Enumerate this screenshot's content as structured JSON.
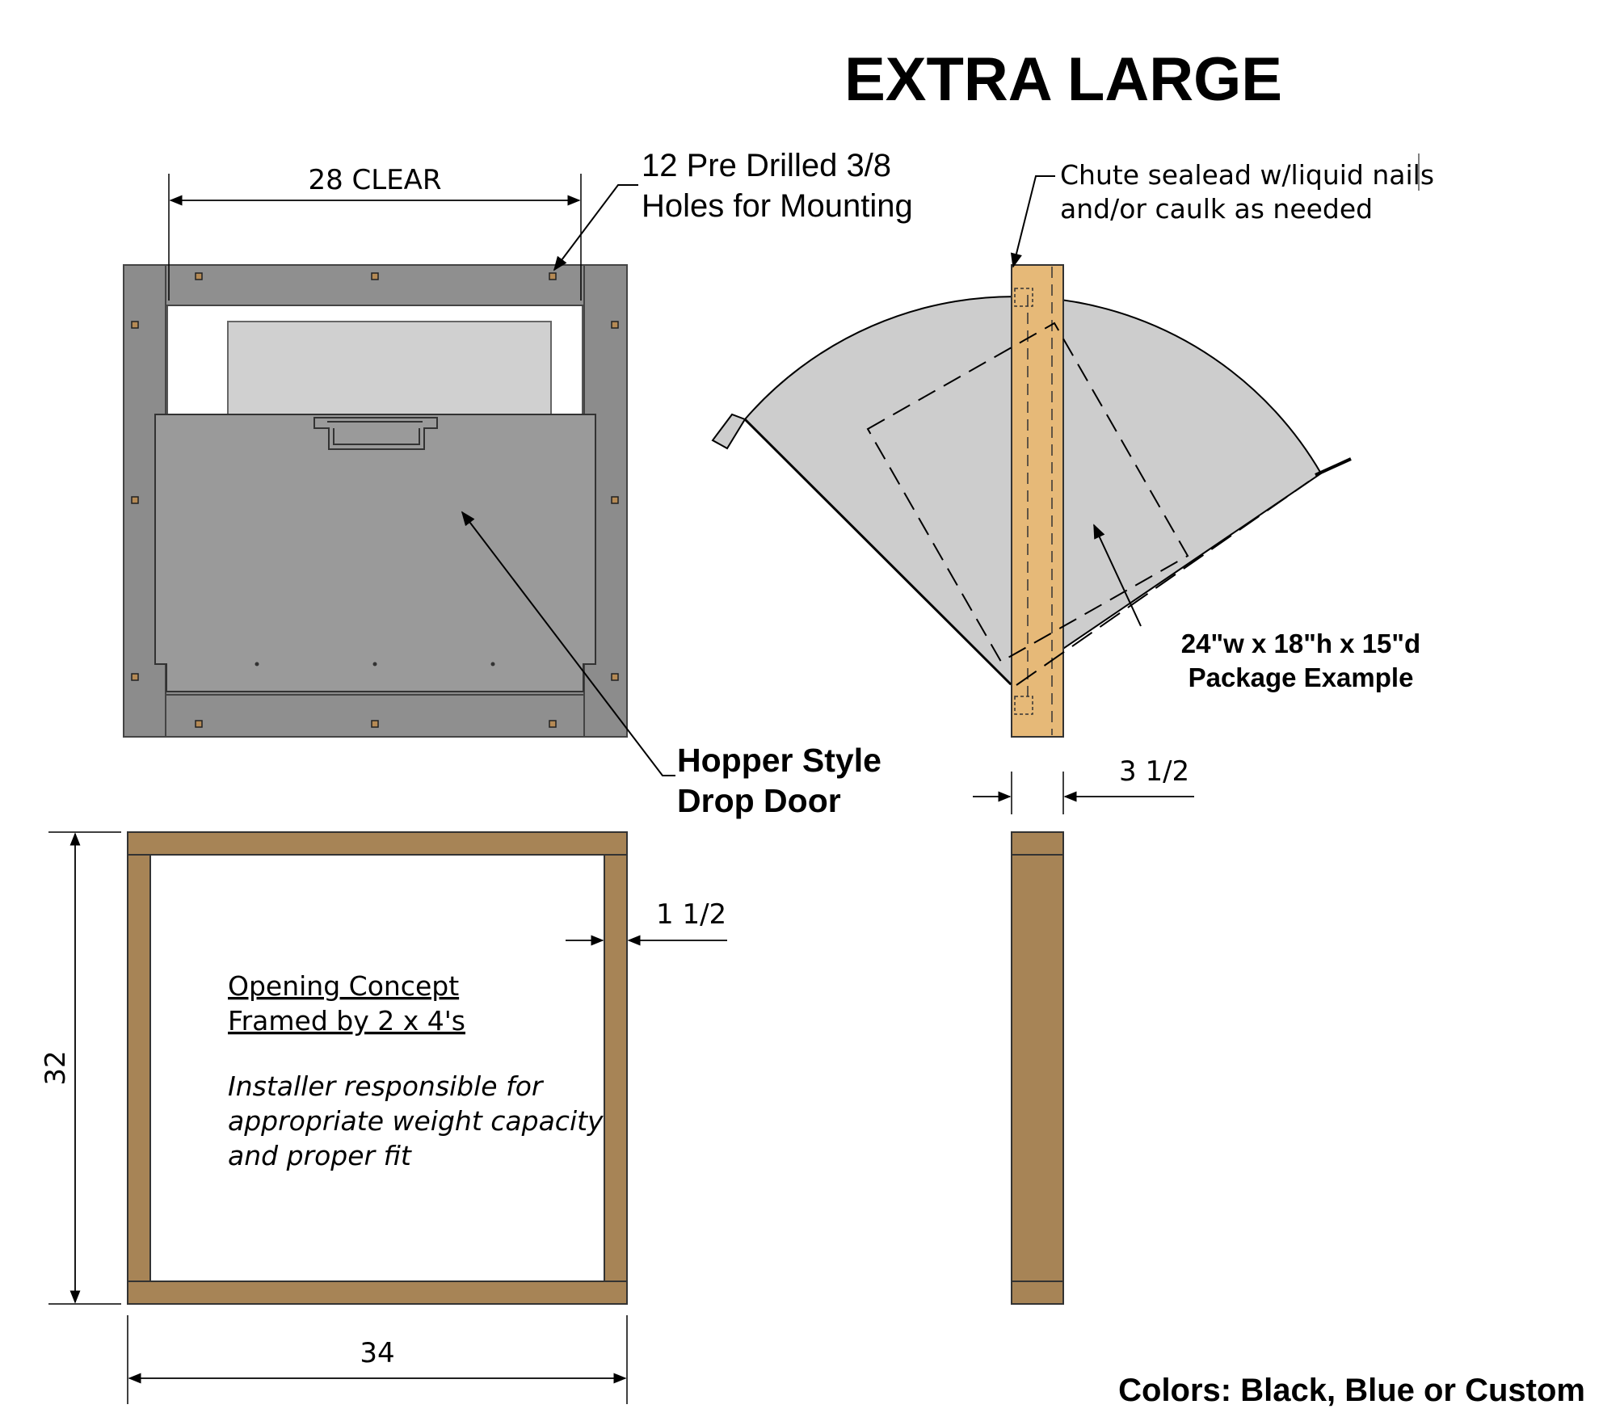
{
  "title": "EXTRA LARGE",
  "dimensions": {
    "clear_width": "28 CLEAR",
    "depth": "3 1/2",
    "frame_thickness": "1 1/2",
    "height": "32",
    "width": "34"
  },
  "callouts": {
    "mounting_holes_line1": "12 Pre Drilled 3/8",
    "mounting_holes_line2": "Holes for Mounting",
    "chute_line1": "Chute sealead w/liquid nails",
    "chute_line2": "and/or caulk as needed",
    "door_line1": "Hopper Style",
    "door_line2": "Drop Door",
    "package_line1": "24\"w x 18\"h x 15\"d",
    "package_line2": "Package Example"
  },
  "opening_concept": {
    "line1": "Opening Concept",
    "line2": "Framed by 2 x 4's",
    "disclaimer_line1": "Installer responsible for",
    "disclaimer_line2": "appropriate weight capacity",
    "disclaimer_line3": "and proper fit"
  },
  "colors_note": "Colors: Black, Blue or Custom",
  "palette": {
    "steel_frame": "#8c8c8c",
    "door_panel": "#9a9a9a",
    "chute_fill": "#cdcdcd",
    "wood_side": "#e6b978",
    "lumber": "#a78456"
  }
}
